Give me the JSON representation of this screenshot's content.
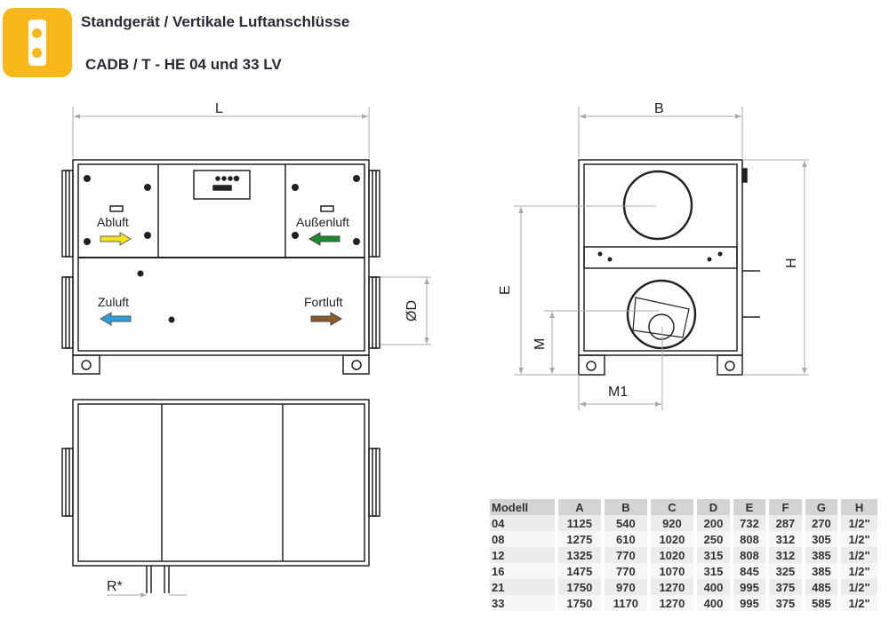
{
  "header": {
    "title": "Standgerät / Vertikale Luftanschlüsse",
    "subtitle": "CADB / T - HE 04 und 33 LV",
    "logo": "standing-unit-icon"
  },
  "drawing": {
    "front": {
      "dim_L": "L",
      "dim_D": "ØD",
      "abluft": "Abluft",
      "aussenluft": "Außenluft",
      "zuluft": "Zuluft",
      "fortluft": "Fortluft"
    },
    "side": {
      "dim_B": "B",
      "dim_H": "H",
      "dim_E": "E",
      "dim_M": "M",
      "dim_M1": "M1"
    },
    "bottom": {
      "dim_R": "R*"
    },
    "colors": {
      "abluft": "#f2e21a",
      "aussenluft": "#1e8a2e",
      "zuluft": "#2a9fd8",
      "fortluft": "#8b5a2b",
      "logo": "#f8b81c"
    }
  },
  "table": {
    "headers": [
      "Modell",
      "A",
      "B",
      "C",
      "D",
      "E",
      "F",
      "G",
      "H"
    ],
    "rows": [
      [
        "04",
        "1125",
        "540",
        "920",
        "200",
        "732",
        "287",
        "270",
        "1/2\""
      ],
      [
        "08",
        "1275",
        "610",
        "1020",
        "250",
        "808",
        "312",
        "305",
        "1/2\""
      ],
      [
        "12",
        "1325",
        "770",
        "1020",
        "315",
        "808",
        "312",
        "385",
        "1/2\""
      ],
      [
        "16",
        "1475",
        "770",
        "1070",
        "315",
        "845",
        "325",
        "385",
        "1/2\""
      ],
      [
        "21",
        "1750",
        "970",
        "1270",
        "400",
        "995",
        "375",
        "485",
        "1/2\""
      ],
      [
        "33",
        "1750",
        "1170",
        "1270",
        "400",
        "995",
        "375",
        "585",
        "1/2\""
      ]
    ]
  }
}
